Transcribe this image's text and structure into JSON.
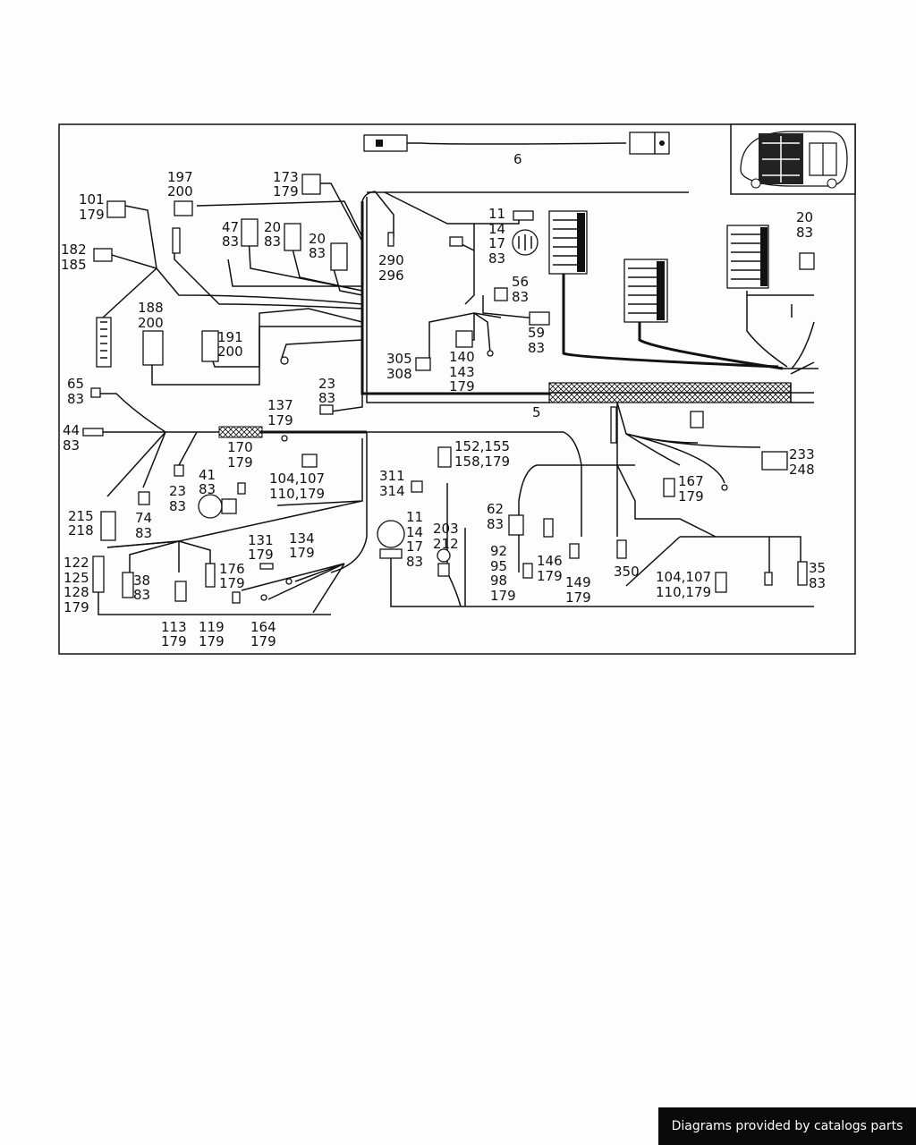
{
  "footer": {
    "text": "Diagrams provided by catalogs parts"
  },
  "callouts": {
    "c6": [
      "6"
    ],
    "c197": [
      "197",
      "200"
    ],
    "c173": [
      "173",
      "179"
    ],
    "c101": [
      "101",
      "179"
    ],
    "c182": [
      "182",
      "185"
    ],
    "c47": [
      "47",
      "83"
    ],
    "c20a": [
      "20",
      "83"
    ],
    "c20b": [
      "20",
      "83"
    ],
    "c290": [
      "290",
      "296"
    ],
    "c11a": [
      "11",
      "14",
      "17",
      "83"
    ],
    "c56": [
      "56",
      "83"
    ],
    "c20c": [
      "20",
      "83"
    ],
    "c188": [
      "188",
      "200"
    ],
    "c191": [
      "191",
      "200"
    ],
    "c59": [
      "59",
      "83"
    ],
    "c305": [
      "305",
      "308"
    ],
    "c140": [
      "140",
      "143",
      "179"
    ],
    "c65": [
      "65",
      "83"
    ],
    "c23a": [
      "23",
      "83"
    ],
    "c5": [
      "5"
    ],
    "c44": [
      "44",
      "83"
    ],
    "c137": [
      "137",
      "179"
    ],
    "c170": [
      "170",
      "179"
    ],
    "c152": [
      "152,155",
      "158,179"
    ],
    "c233": [
      "233",
      "248"
    ],
    "c41": [
      "41",
      "83"
    ],
    "c104a": [
      "104,107",
      "110,179"
    ],
    "c311": [
      "311",
      "314"
    ],
    "c23b": [
      "23",
      "83"
    ],
    "c167": [
      "167",
      "179"
    ],
    "c215": [
      "215",
      "218"
    ],
    "c74": [
      "74",
      "83"
    ],
    "c11b": [
      "11",
      "14",
      "17",
      "83"
    ],
    "c62": [
      "62",
      "83"
    ],
    "c203": [
      "203",
      "212"
    ],
    "c131": [
      "131",
      "179"
    ],
    "c134": [
      "134",
      "179"
    ],
    "c122": [
      "122",
      "125",
      "128",
      "179"
    ],
    "c38": [
      "38",
      "83"
    ],
    "c176": [
      "176",
      "179"
    ],
    "c92": [
      "92",
      "95",
      "98",
      "179"
    ],
    "c146": [
      "146",
      "179"
    ],
    "c149": [
      "149",
      "179"
    ],
    "c350": [
      "350"
    ],
    "c104b": [
      "104,107",
      "110,179"
    ],
    "c35": [
      "35",
      "83"
    ],
    "c113": [
      "113",
      "179"
    ],
    "c119": [
      "119",
      "179"
    ],
    "c164": [
      "164",
      "179"
    ]
  }
}
